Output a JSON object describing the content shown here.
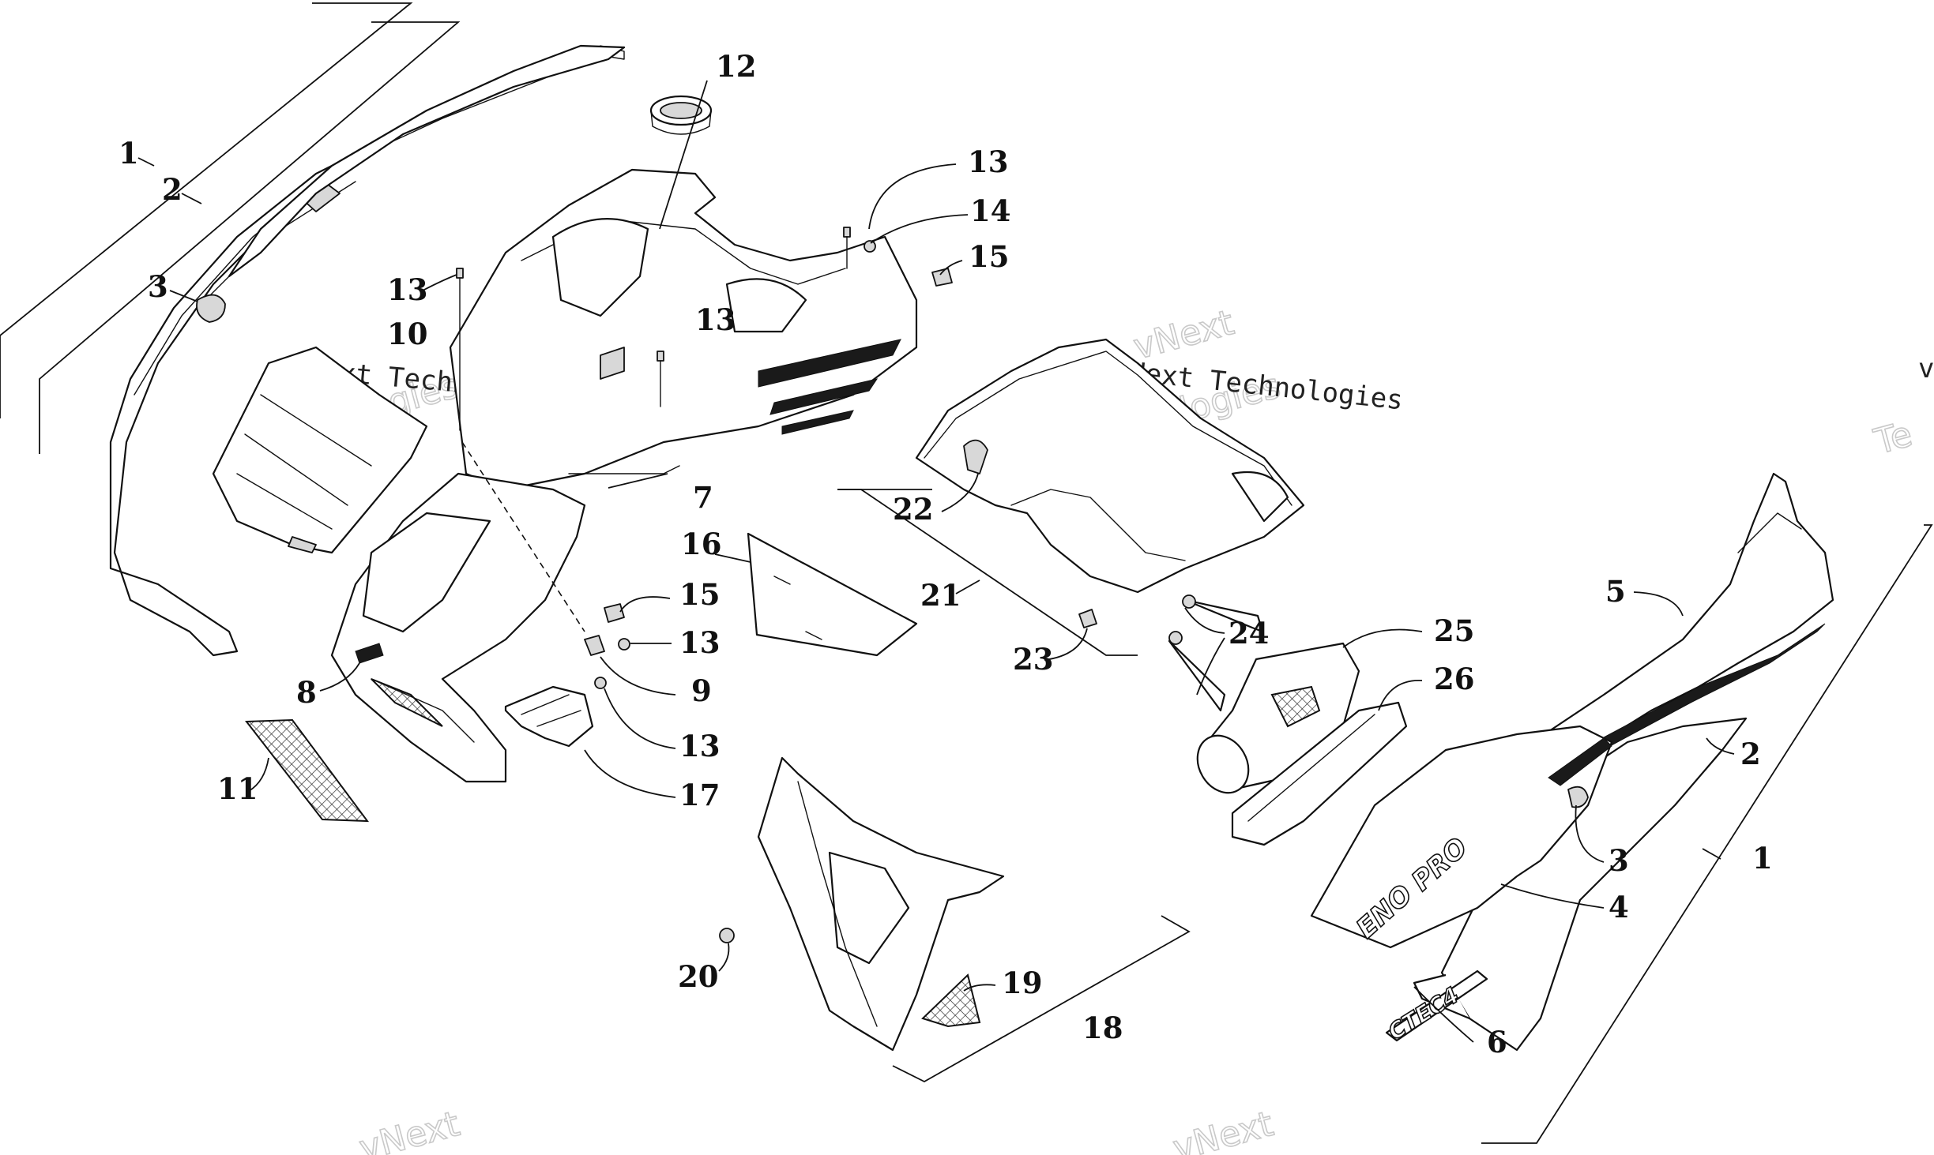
{
  "watermark": {
    "brand_line": "vNext Technologies",
    "big_word_1": "vNext",
    "big_word_2": "Technologies",
    "bottom_left": "vNext",
    "bottom_mid": "vNext",
    "edge_v": "v",
    "edge_te": "Te"
  },
  "decals": {
    "model_text": "PRO",
    "model_prefix": "ENO",
    "badge_text": "CTEC4"
  },
  "callouts": [
    {
      "id": "c1-left",
      "label": "1"
    },
    {
      "id": "c2-left",
      "label": "2"
    },
    {
      "id": "c3-left",
      "label": "3"
    },
    {
      "id": "c12",
      "label": "12"
    },
    {
      "id": "c13-a",
      "label": "13"
    },
    {
      "id": "c13-b",
      "label": "13"
    },
    {
      "id": "c13-c",
      "label": "13"
    },
    {
      "id": "c10",
      "label": "10"
    },
    {
      "id": "c14",
      "label": "14"
    },
    {
      "id": "c15-a",
      "label": "15"
    },
    {
      "id": "c7",
      "label": "7"
    },
    {
      "id": "c22",
      "label": "22"
    },
    {
      "id": "c16",
      "label": "16"
    },
    {
      "id": "c21",
      "label": "21"
    },
    {
      "id": "c15-b",
      "label": "15"
    },
    {
      "id": "c13-d",
      "label": "13"
    },
    {
      "id": "c9",
      "label": "9"
    },
    {
      "id": "c8",
      "label": "8"
    },
    {
      "id": "c13-e",
      "label": "13"
    },
    {
      "id": "c17",
      "label": "17"
    },
    {
      "id": "c11",
      "label": "11"
    },
    {
      "id": "c23",
      "label": "23"
    },
    {
      "id": "c24",
      "label": "24"
    },
    {
      "id": "c25",
      "label": "25"
    },
    {
      "id": "c26",
      "label": "26"
    },
    {
      "id": "c5",
      "label": "5"
    },
    {
      "id": "c2-right",
      "label": "2"
    },
    {
      "id": "c3-right",
      "label": "3"
    },
    {
      "id": "c1-right",
      "label": "1"
    },
    {
      "id": "c4",
      "label": "4"
    },
    {
      "id": "c6",
      "label": "6"
    },
    {
      "id": "c20",
      "label": "20"
    },
    {
      "id": "c19",
      "label": "19"
    },
    {
      "id": "c18",
      "label": "18"
    }
  ]
}
